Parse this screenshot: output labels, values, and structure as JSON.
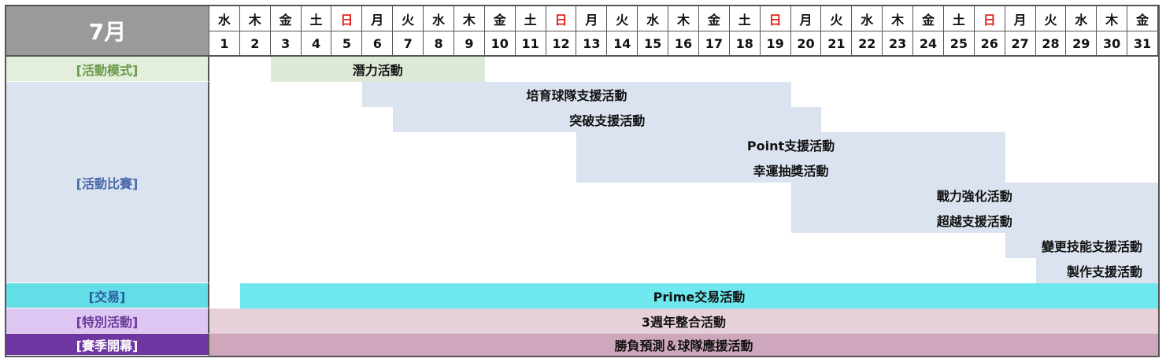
{
  "month": "7月",
  "weekdays": [
    "水",
    "木",
    "金",
    "土",
    "日",
    "月",
    "火",
    "水",
    "木",
    "金",
    "土",
    "日",
    "月",
    "火",
    "水",
    "木",
    "金",
    "土",
    "日",
    "月",
    "火",
    "水",
    "木",
    "金",
    "土",
    "日",
    "月",
    "火",
    "水",
    "木",
    "金"
  ],
  "days": [
    "1",
    "2",
    "3",
    "4",
    "5",
    "6",
    "7",
    "8",
    "9",
    "10",
    "11",
    "12",
    "13",
    "14",
    "15",
    "16",
    "17",
    "18",
    "19",
    "20",
    "21",
    "22",
    "23",
    "24",
    "25",
    "26",
    "27",
    "28",
    "29",
    "30",
    "31"
  ],
  "sunday_color": "#e0231c",
  "categories": {
    "mode": "[活動模式]",
    "match": "[活動比賽]",
    "trade": "[交易]",
    "special": "[特別活動]",
    "season": "[賽季開幕]"
  },
  "events": [
    {
      "label": "潛力活動",
      "category": "mode",
      "start": 3,
      "end": 9
    },
    {
      "label": "培育球隊支援活動",
      "category": "match",
      "start": 6,
      "end": 19
    },
    {
      "label": "突破支援活動",
      "category": "match",
      "start": 7,
      "end": 20
    },
    {
      "label": "Point支援活動",
      "category": "match",
      "start": 13,
      "end": 26
    },
    {
      "label": "幸運抽獎活動",
      "category": "match",
      "start": 13,
      "end": 26
    },
    {
      "label": "戰力強化活動",
      "category": "match",
      "start": 20,
      "end": 31
    },
    {
      "label": "超越支援活動",
      "category": "match",
      "start": 20,
      "end": 31
    },
    {
      "label": "變更技能支援活動",
      "category": "match",
      "start": 27,
      "end": 31
    },
    {
      "label": "製作支援活動",
      "category": "match",
      "start": 28,
      "end": 31
    },
    {
      "label": "Prime交易活動",
      "category": "trade",
      "start": 2,
      "end": 31
    },
    {
      "label": "3週年整合活動",
      "category": "special",
      "start": 1,
      "end": 31
    },
    {
      "label": "勝負預測＆球隊應援活動",
      "category": "season",
      "start": 1,
      "end": 31
    }
  ]
}
